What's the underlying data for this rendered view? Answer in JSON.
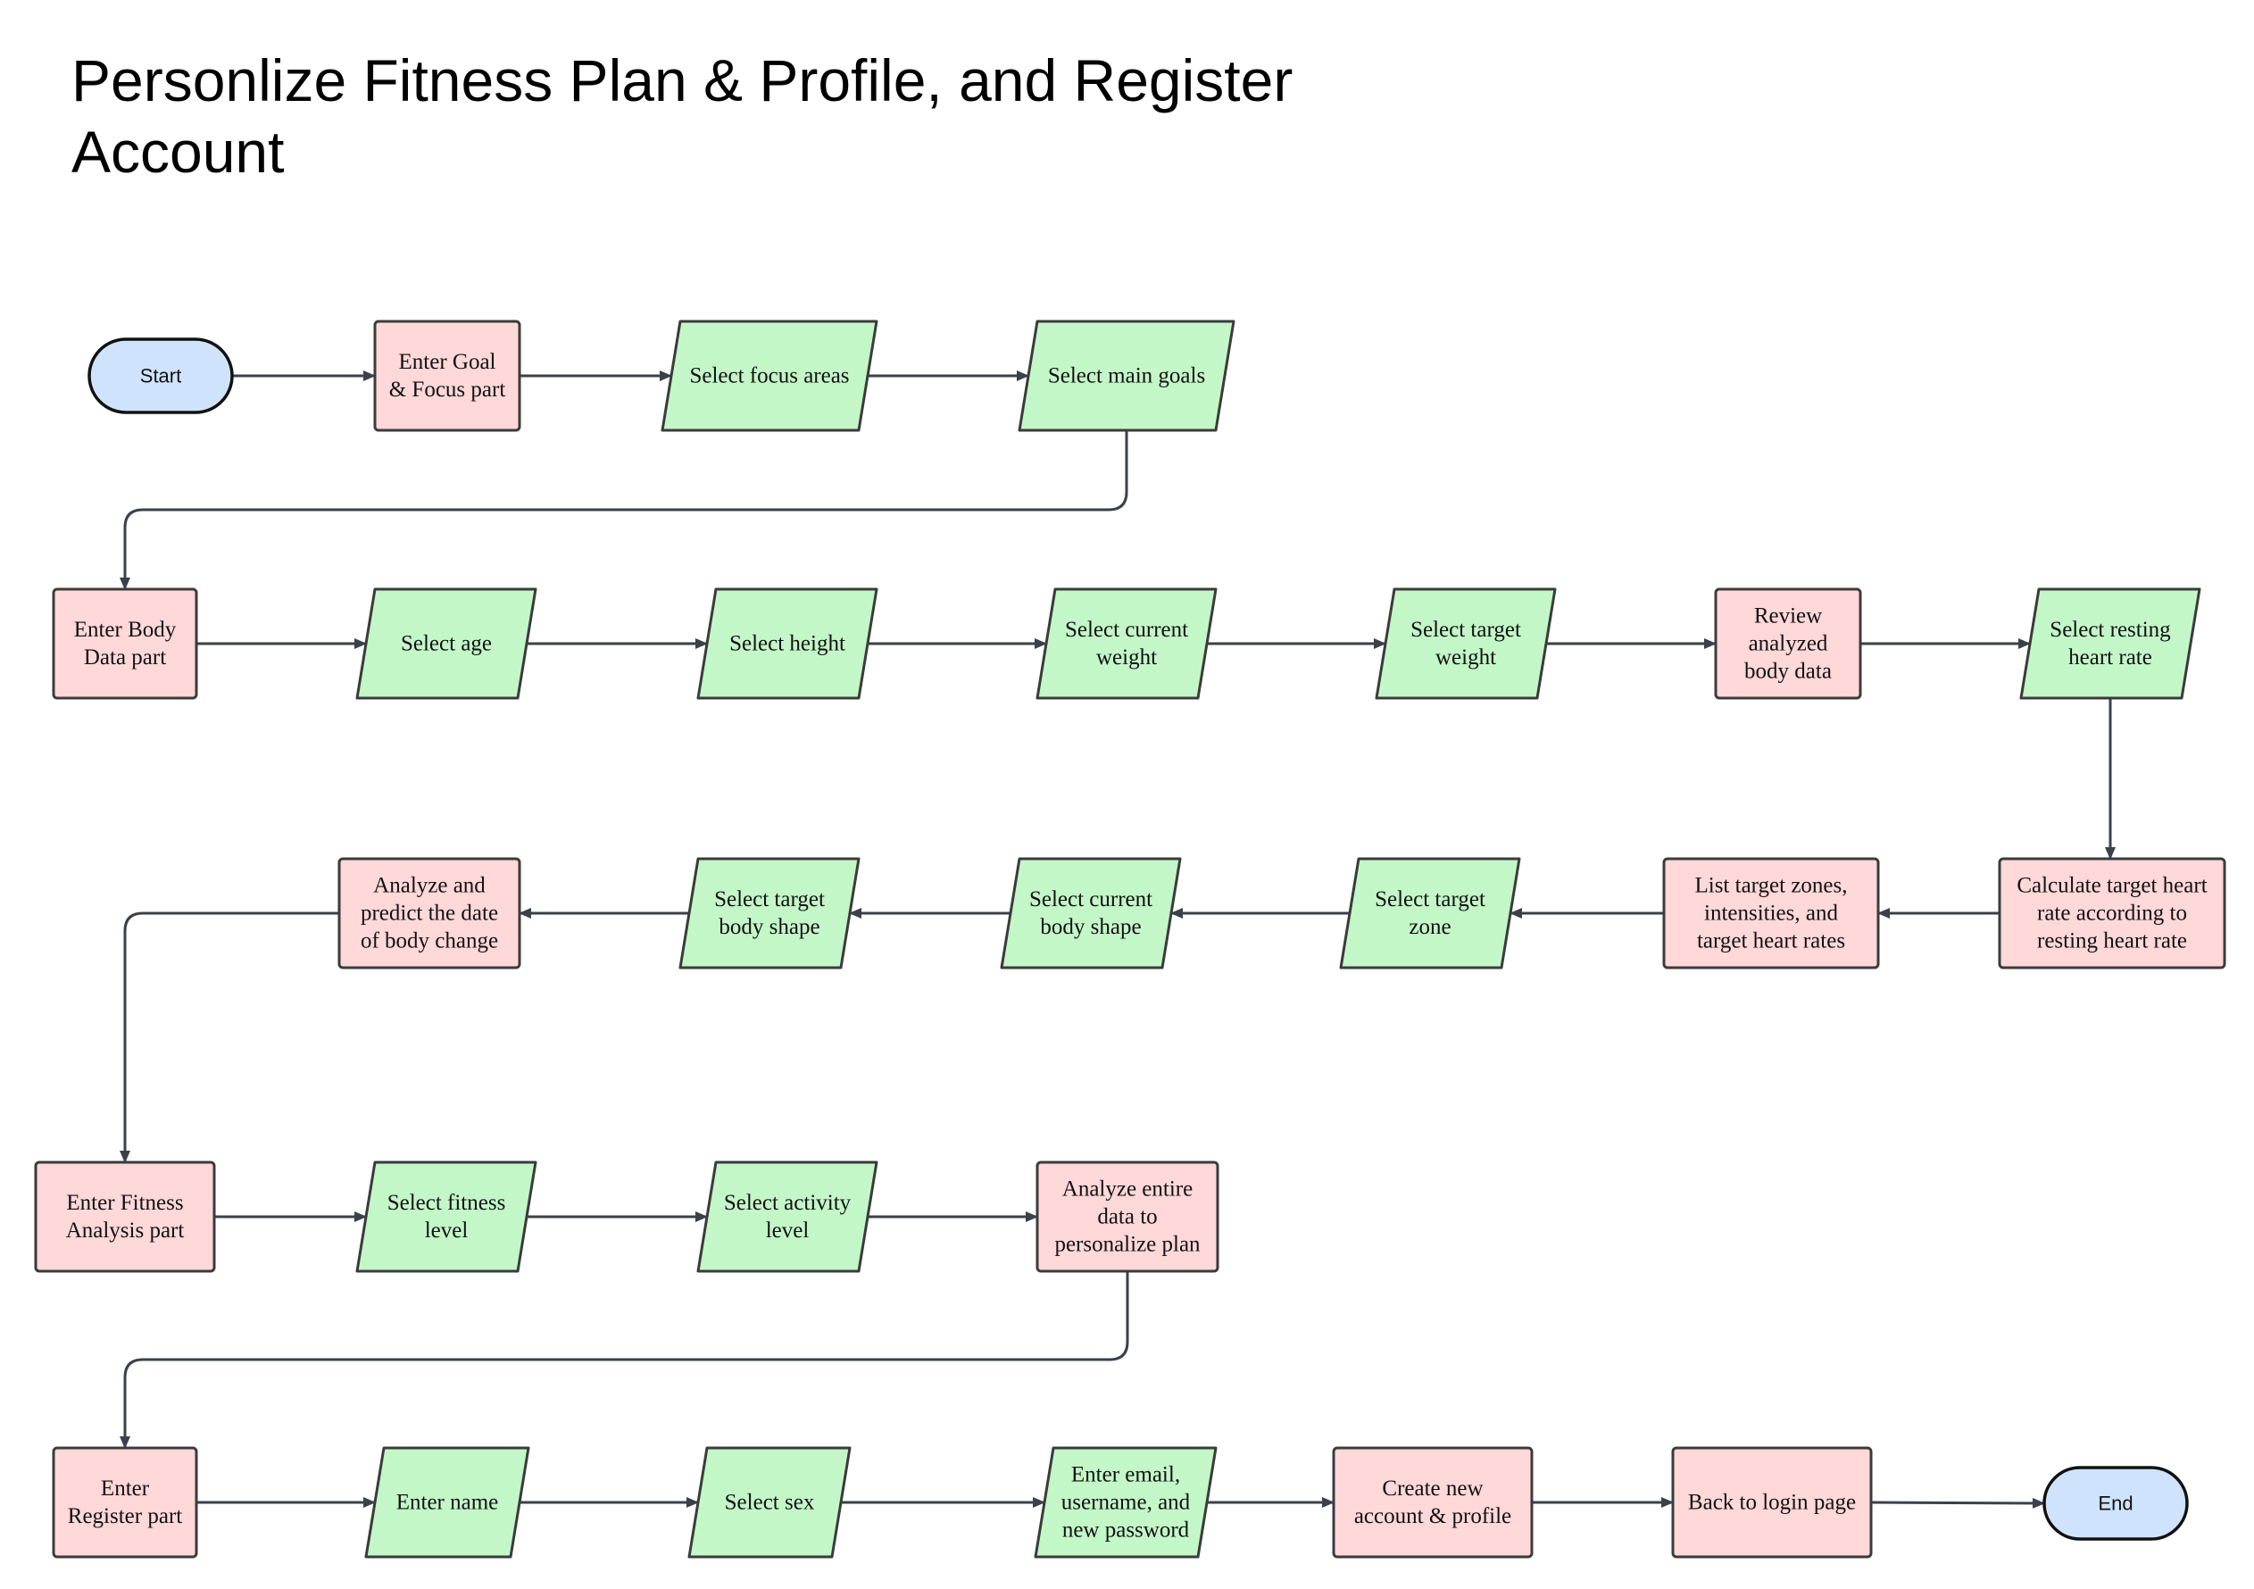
{
  "title": "Personlize Fitness Plan & Profile, and Register Account",
  "colors": {
    "process_fill": "#ffd8d9",
    "io_fill": "#c3f7c8",
    "terminal_fill": "#cfe3fc",
    "stroke": "#3b3b3b",
    "edge": "#3a414a"
  },
  "nodes": [
    {
      "id": "start",
      "type": "terminal",
      "lines": [
        "Start"
      ]
    },
    {
      "id": "goal-focus",
      "type": "process",
      "lines": [
        "Enter Goal",
        "& Focus part"
      ]
    },
    {
      "id": "focus-areas",
      "type": "io",
      "lines": [
        "Select focus areas"
      ]
    },
    {
      "id": "main-goals",
      "type": "io",
      "lines": [
        "Select main goals"
      ]
    },
    {
      "id": "body-data",
      "type": "process",
      "lines": [
        "Enter Body",
        "Data part"
      ]
    },
    {
      "id": "age",
      "type": "io",
      "lines": [
        "Select age"
      ]
    },
    {
      "id": "height",
      "type": "io",
      "lines": [
        "Select height"
      ]
    },
    {
      "id": "current-weight",
      "type": "io",
      "lines": [
        "Select current",
        "weight"
      ]
    },
    {
      "id": "target-weight",
      "type": "io",
      "lines": [
        "Select target",
        "weight"
      ]
    },
    {
      "id": "review-body",
      "type": "process",
      "lines": [
        "Review",
        "analyzed",
        "body data"
      ]
    },
    {
      "id": "resting-hr",
      "type": "io",
      "lines": [
        "Select resting",
        "heart rate"
      ]
    },
    {
      "id": "calc-hr",
      "type": "process",
      "lines": [
        "Calculate target heart",
        "rate according to",
        "resting heart rate"
      ]
    },
    {
      "id": "list-zones",
      "type": "process",
      "lines": [
        "List target zones,",
        "intensities, and",
        "target heart rates"
      ]
    },
    {
      "id": "target-zone",
      "type": "io",
      "lines": [
        "Select target",
        "zone"
      ]
    },
    {
      "id": "current-shape",
      "type": "io",
      "lines": [
        "Select current",
        "body shape"
      ]
    },
    {
      "id": "target-shape",
      "type": "io",
      "lines": [
        "Select target",
        "body shape"
      ]
    },
    {
      "id": "predict-change",
      "type": "process",
      "lines": [
        "Analyze and",
        "predict the date",
        "of body change"
      ]
    },
    {
      "id": "fitness-analysis",
      "type": "process",
      "lines": [
        "Enter Fitness",
        "Analysis part"
      ]
    },
    {
      "id": "fitness-level",
      "type": "io",
      "lines": [
        "Select fitness",
        "level"
      ]
    },
    {
      "id": "activity-level",
      "type": "io",
      "lines": [
        "Select activity",
        "level"
      ]
    },
    {
      "id": "analyze-entire",
      "type": "process",
      "lines": [
        "Analyze entire",
        "data to",
        "personalize plan"
      ]
    },
    {
      "id": "register",
      "type": "process",
      "lines": [
        "Enter",
        "Register part"
      ]
    },
    {
      "id": "name",
      "type": "io",
      "lines": [
        "Enter name"
      ]
    },
    {
      "id": "sex",
      "type": "io",
      "lines": [
        "Select sex"
      ]
    },
    {
      "id": "credentials",
      "type": "io",
      "lines": [
        "Enter email,",
        "username, and",
        "new password"
      ]
    },
    {
      "id": "create-account",
      "type": "process",
      "lines": [
        "Create new",
        "account & profile"
      ]
    },
    {
      "id": "back-login",
      "type": "process",
      "lines": [
        "Back to login page"
      ]
    },
    {
      "id": "end",
      "type": "terminal",
      "lines": [
        "End"
      ]
    }
  ],
  "edges": [
    [
      "start",
      "goal-focus"
    ],
    [
      "goal-focus",
      "focus-areas"
    ],
    [
      "focus-areas",
      "main-goals"
    ],
    [
      "main-goals",
      "body-data"
    ],
    [
      "body-data",
      "age"
    ],
    [
      "age",
      "height"
    ],
    [
      "height",
      "current-weight"
    ],
    [
      "current-weight",
      "target-weight"
    ],
    [
      "target-weight",
      "review-body"
    ],
    [
      "review-body",
      "resting-hr"
    ],
    [
      "resting-hr",
      "calc-hr"
    ],
    [
      "calc-hr",
      "list-zones"
    ],
    [
      "list-zones",
      "target-zone"
    ],
    [
      "target-zone",
      "current-shape"
    ],
    [
      "current-shape",
      "target-shape"
    ],
    [
      "target-shape",
      "predict-change"
    ],
    [
      "predict-change",
      "fitness-analysis"
    ],
    [
      "fitness-analysis",
      "fitness-level"
    ],
    [
      "fitness-level",
      "activity-level"
    ],
    [
      "activity-level",
      "analyze-entire"
    ],
    [
      "analyze-entire",
      "register"
    ],
    [
      "register",
      "name"
    ],
    [
      "name",
      "sex"
    ],
    [
      "sex",
      "credentials"
    ],
    [
      "credentials",
      "create-account"
    ],
    [
      "create-account",
      "back-login"
    ],
    [
      "back-login",
      "end"
    ]
  ]
}
